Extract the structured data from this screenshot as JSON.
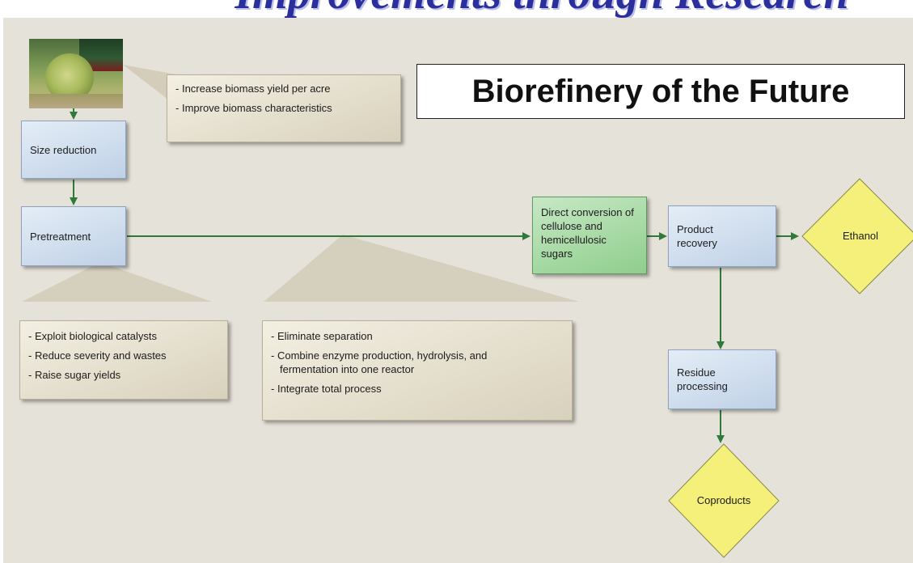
{
  "header": {
    "title": "Improvements through Research",
    "headline": "Biorefinery of the Future"
  },
  "process": {
    "size_reduction": "Size reduction",
    "pretreatment": "Pretreatment",
    "direct_conversion": "Direct conversion of cellulose and hemicellulosic sugars",
    "product_recovery": "Product recovery",
    "residue_processing": "Residue processing",
    "ethanol": "Ethanol",
    "coproducts": "Coproducts"
  },
  "notes": {
    "biomass": [
      "Increase biomass yield per acre",
      "Improve biomass characteristics"
    ],
    "pretreatment": [
      "Exploit biological catalysts",
      "Reduce severity and wastes",
      "Raise sugar yields"
    ],
    "conversion": [
      "Eliminate separation",
      "Combine enzyme production, hydrolysis, and fermentation into one reactor",
      "Integrate total process"
    ]
  },
  "colors": {
    "arrow": "#2f7a3b",
    "process_box": "#bfd1e6",
    "conversion_box": "#8fce8c",
    "output_diamond": "#f4f07a",
    "note_box": "#d8d1bc",
    "title": "#2b2f9e"
  },
  "icons": {
    "photo": "hay-bale-photo"
  }
}
